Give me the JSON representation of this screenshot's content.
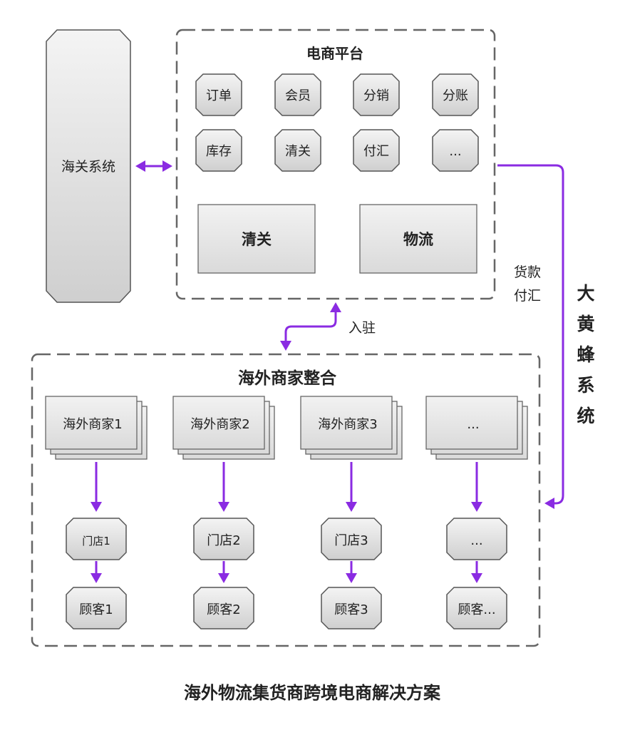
{
  "customs_system": {
    "label": "海关系统"
  },
  "platform": {
    "title": "电商平台",
    "modules": [
      "订单",
      "会员",
      "分销",
      "分账",
      "库存",
      "清关",
      "付汇",
      "..."
    ],
    "big_blocks": [
      "清关",
      "物流"
    ]
  },
  "payment_label": {
    "line1": "货款",
    "line2": "付汇"
  },
  "bumblebee": {
    "chars": [
      "大",
      "黄",
      "蜂",
      "系",
      "统"
    ]
  },
  "onboard_label": "入驻",
  "merchants": {
    "title": "海外商家整合",
    "columns": [
      {
        "merchant": "海外商家1",
        "store": "门店1",
        "customer": "顾客1"
      },
      {
        "merchant": "海外商家2",
        "store": "门店2",
        "customer": "顾客2"
      },
      {
        "merchant": "海外商家3",
        "store": "门店3",
        "customer": "顾客3"
      },
      {
        "merchant": "...",
        "store": "...",
        "customer": "顾客..."
      }
    ]
  },
  "caption": "海外物流集货商跨境电商解决方案",
  "colors": {
    "accent": "#8a2be2",
    "node_gray": "#d6d6d6",
    "border": "#666666"
  }
}
